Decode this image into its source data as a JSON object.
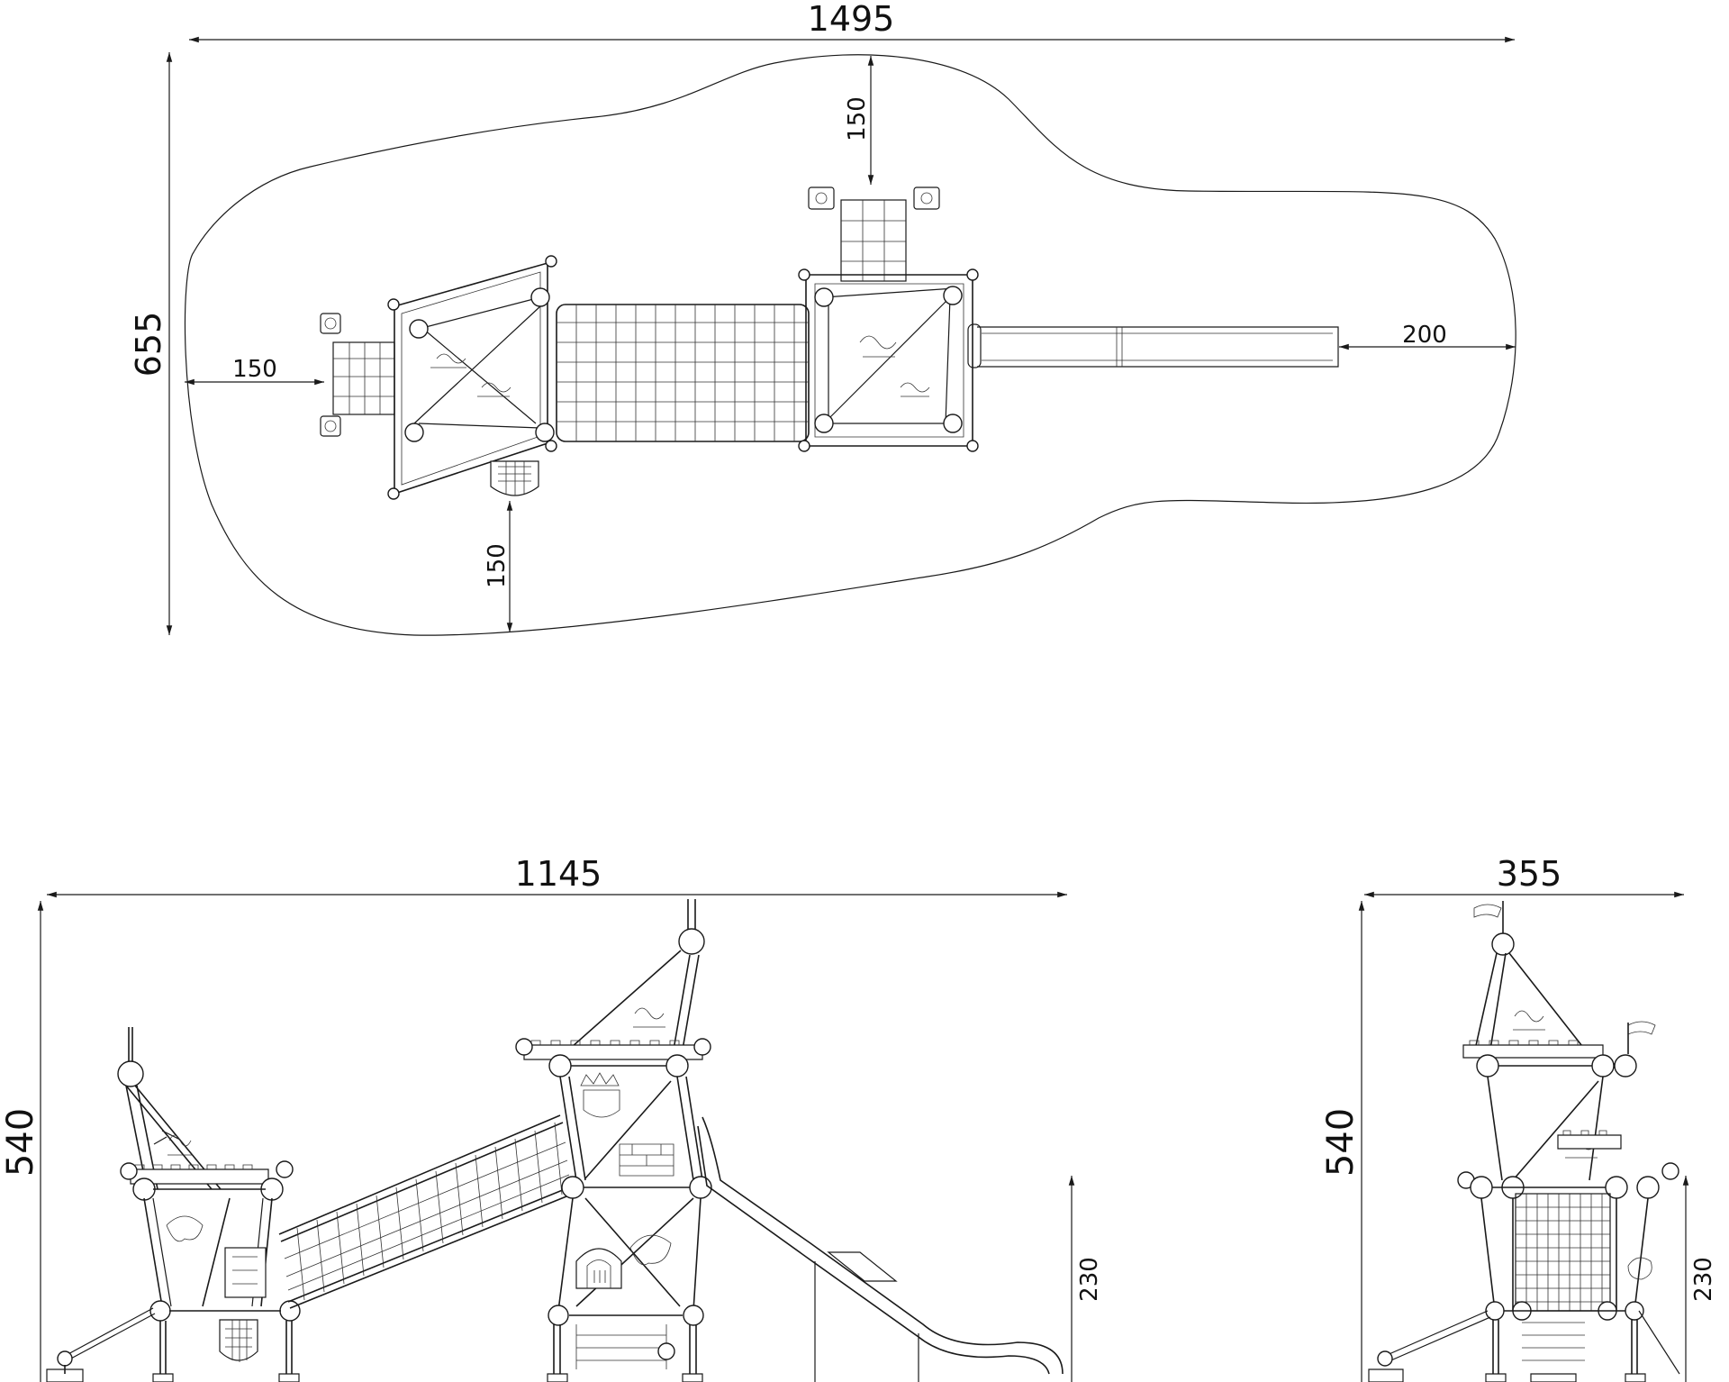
{
  "dimensions": {
    "plan_total_length": "1495",
    "plan_total_width": "655",
    "plan_clearance_top": "150",
    "plan_clearance_left": "150",
    "plan_clearance_bottom": "150",
    "plan_clearance_slide": "200",
    "front_length": "1145",
    "front_height": "540",
    "front_platform_height": "230",
    "side_width": "355",
    "side_height": "540",
    "side_platform_height": "230"
  },
  "icons": {
    "castle_decor": "crown-icon",
    "emblem": "viking-horns-icon",
    "flag": "flag-icon"
  },
  "colors": {
    "line": "#1a1a1a",
    "background": "#ffffff"
  }
}
